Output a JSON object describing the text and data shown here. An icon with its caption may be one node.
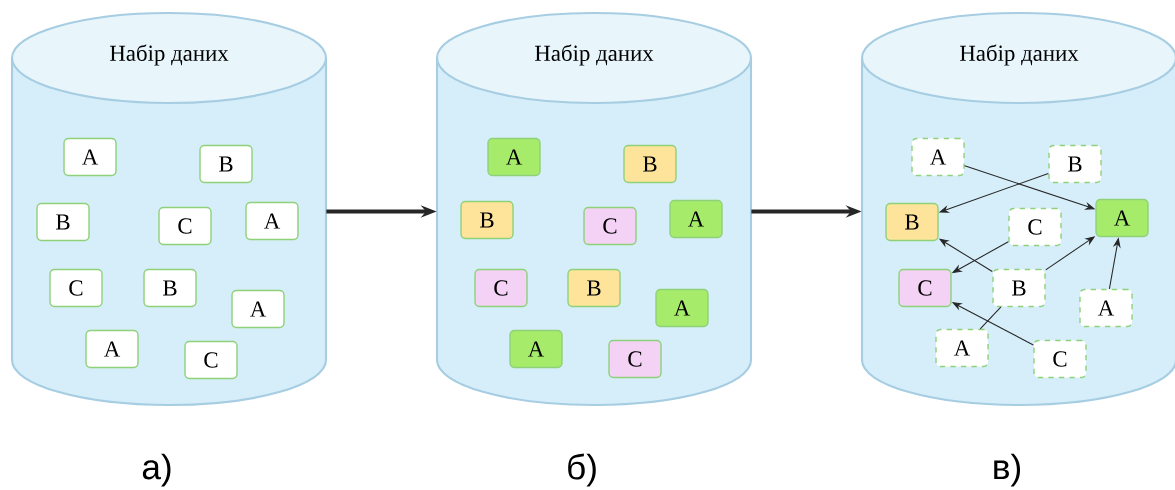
{
  "diagram": {
    "nodes": [
      {
        "text": [
          "Набір даних"
        ],
        "beside": [
          "а)"
        ]
      },
      {
        "text": [
          "A"
        ],
        "in": 0
      },
      {
        "text": [
          "B"
        ],
        "in": 0
      },
      {
        "text": [
          "B"
        ],
        "in": 0
      },
      {
        "text": [
          "C"
        ],
        "in": 0
      },
      {
        "text": [
          "A"
        ],
        "in": 0
      },
      {
        "text": [
          "C"
        ],
        "in": 0
      },
      {
        "text": [
          "B"
        ],
        "in": 0
      },
      {
        "text": [
          "A"
        ],
        "in": 0
      },
      {
        "text": [
          "A"
        ],
        "in": 0
      },
      {
        "text": [
          "C"
        ],
        "in": 0
      },
      {
        "text": [
          "Набір даних"
        ],
        "beside": [
          "б)"
        ]
      },
      {
        "text": [
          "A"
        ],
        "in": 11
      },
      {
        "text": [
          "B"
        ],
        "in": 11
      },
      {
        "text": [
          "B"
        ],
        "in": 11
      },
      {
        "text": [
          "C"
        ],
        "in": 11
      },
      {
        "text": [
          "A"
        ],
        "in": 11
      },
      {
        "text": [
          "C"
        ],
        "in": 11
      },
      {
        "text": [
          "B"
        ],
        "in": 11
      },
      {
        "text": [
          "A"
        ],
        "in": 11
      },
      {
        "text": [
          "A"
        ],
        "in": 11
      },
      {
        "text": [
          "C"
        ],
        "in": 11
      },
      {
        "text": [
          "Набір даних"
        ],
        "beside": [
          "в)"
        ]
      },
      {
        "text": [
          "A"
        ],
        "in": 22
      },
      {
        "text": [
          "B"
        ],
        "in": 22
      },
      {
        "text": [
          "B"
        ],
        "in": 22
      },
      {
        "text": [
          "C"
        ],
        "in": 22
      },
      {
        "text": [
          "A"
        ],
        "in": 22
      },
      {
        "text": [
          "C"
        ],
        "in": 22
      },
      {
        "text": [
          "B"
        ],
        "in": 22
      },
      {
        "text": [
          "A"
        ],
        "in": 22
      },
      {
        "text": [
          "A"
        ],
        "in": 22
      },
      {
        "text": [
          "C"
        ],
        "in": 22
      }
    ],
    "edges": [
      {
        "from": 0,
        "to": 11,
        "arrow": "to",
        "style": "thick"
      },
      {
        "from": 11,
        "to": 22,
        "arrow": "to",
        "style": "thick"
      },
      {
        "from": 23,
        "to": 27,
        "arrow": "to"
      },
      {
        "from": 24,
        "to": 25,
        "arrow": "to"
      },
      {
        "from": 29,
        "to": 25,
        "arrow": "to"
      },
      {
        "from": 26,
        "to": 28,
        "arrow": "to"
      },
      {
        "from": 29,
        "to": 27,
        "arrow": "to"
      },
      {
        "from": 30,
        "to": 27,
        "arrow": "to"
      },
      {
        "from": 31,
        "to": 29,
        "arrow": "none"
      },
      {
        "from": 32,
        "to": 28,
        "arrow": "to"
      }
    ]
  }
}
